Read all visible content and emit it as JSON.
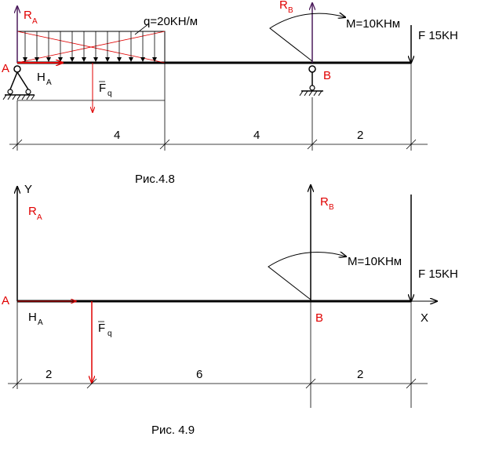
{
  "colors": {
    "beam": "#000000",
    "force_red": "#e00000",
    "reaction_purple": "#4a1a5a",
    "load_red": "#e00000"
  },
  "fig48": {
    "caption": "Рис.4.8",
    "label_RA": "R",
    "label_RA_sub": "A",
    "label_RB": "R",
    "label_RB_sub": "B",
    "label_HA": "H",
    "label_HA_sub": "A",
    "label_Fq": "F",
    "label_Fq_sub": "q",
    "label_A": "A",
    "label_B": "B",
    "load_q": "q=20KH/м",
    "moment": "M=10KHм",
    "force_F": "F 15KH",
    "dims": [
      "4",
      "4",
      "2"
    ]
  },
  "fig49": {
    "caption": "Рис. 4.9",
    "label_Y": "Y",
    "label_X": "X",
    "label_RA": "R",
    "label_RA_sub": "A",
    "label_RB": "R",
    "label_RB_sub": "B",
    "label_HA": "H",
    "label_HA_sub": "A",
    "label_Fq": "F",
    "label_Fq_sub": "q",
    "label_A": "A",
    "label_B": "B",
    "moment": "M=10KHм",
    "force_F": "F 15KH",
    "dims": [
      "2",
      "6",
      "2"
    ]
  }
}
